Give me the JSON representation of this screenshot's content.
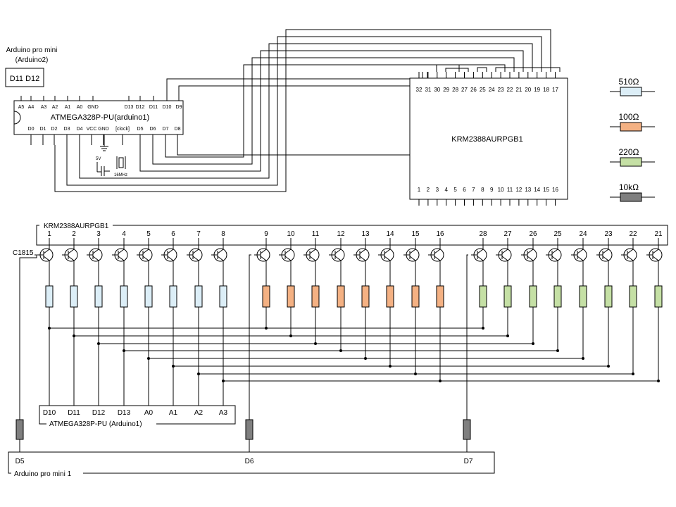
{
  "top": {
    "pro_mini_label_1": "Arduino pro mini",
    "pro_mini_label_2": "(Arduino2)",
    "pro_mini_pins": "D11 D12",
    "chip_label": "ATMEGA328P-PU(arduino1)",
    "chip_top_pins": [
      "A5",
      "A4",
      "A3",
      "A2",
      "A1",
      "A0",
      "GND",
      "D13",
      "D12",
      "D11",
      "D10",
      "D9"
    ],
    "chip_bottom_pins": [
      "D0",
      "D1",
      "D2",
      "D3",
      "D4",
      "VCC",
      "GND",
      "[clock]",
      "D5",
      "D6",
      "D7",
      "D8"
    ],
    "supply_label": "5V",
    "crystal_label": "16MHz",
    "led_module_label": "KRM2388AURPGB1",
    "module_top_pins": [
      "32",
      "31",
      "30",
      "29",
      "28",
      "27",
      "26",
      "25",
      "24",
      "23",
      "22",
      "21",
      "20",
      "19",
      "18",
      "17"
    ],
    "module_bottom_pins": [
      "1",
      "2",
      "3",
      "4",
      "5",
      "6",
      "7",
      "8",
      "9",
      "10",
      "11",
      "12",
      "13",
      "14",
      "15",
      "16"
    ]
  },
  "legend": {
    "items": [
      {
        "label": "510Ω",
        "color": "#dceef7"
      },
      {
        "label": "100Ω",
        "color": "#f4b183"
      },
      {
        "label": "220Ω",
        "color": "#c5e0a5"
      },
      {
        "label": "10kΩ",
        "color": "#7f7f7f"
      }
    ]
  },
  "bottom": {
    "module_label": "KRM2388AURPGB1",
    "transistor_label": "C1815",
    "group1_pins": [
      "1",
      "2",
      "3",
      "4",
      "5",
      "6",
      "7",
      "8"
    ],
    "group2_pins": [
      "9",
      "10",
      "11",
      "12",
      "13",
      "14",
      "15",
      "16"
    ],
    "group3_pins": [
      "28",
      "27",
      "26",
      "25",
      "24",
      "23",
      "22",
      "21"
    ],
    "atmega_pins": [
      "D10",
      "D11",
      "D12",
      "D13",
      "A0",
      "A1",
      "A2",
      "A3"
    ],
    "atmega_label": "ATMEGA328P-PU (Arduino1)",
    "promini_pins": [
      "D5",
      "D6",
      "D7"
    ],
    "promini_label": "Arduino pro mini 1"
  },
  "colors": {
    "r510": "#dceef7",
    "r100": "#f4b183",
    "r220": "#c5e0a5",
    "r10k": "#7f7f7f"
  }
}
